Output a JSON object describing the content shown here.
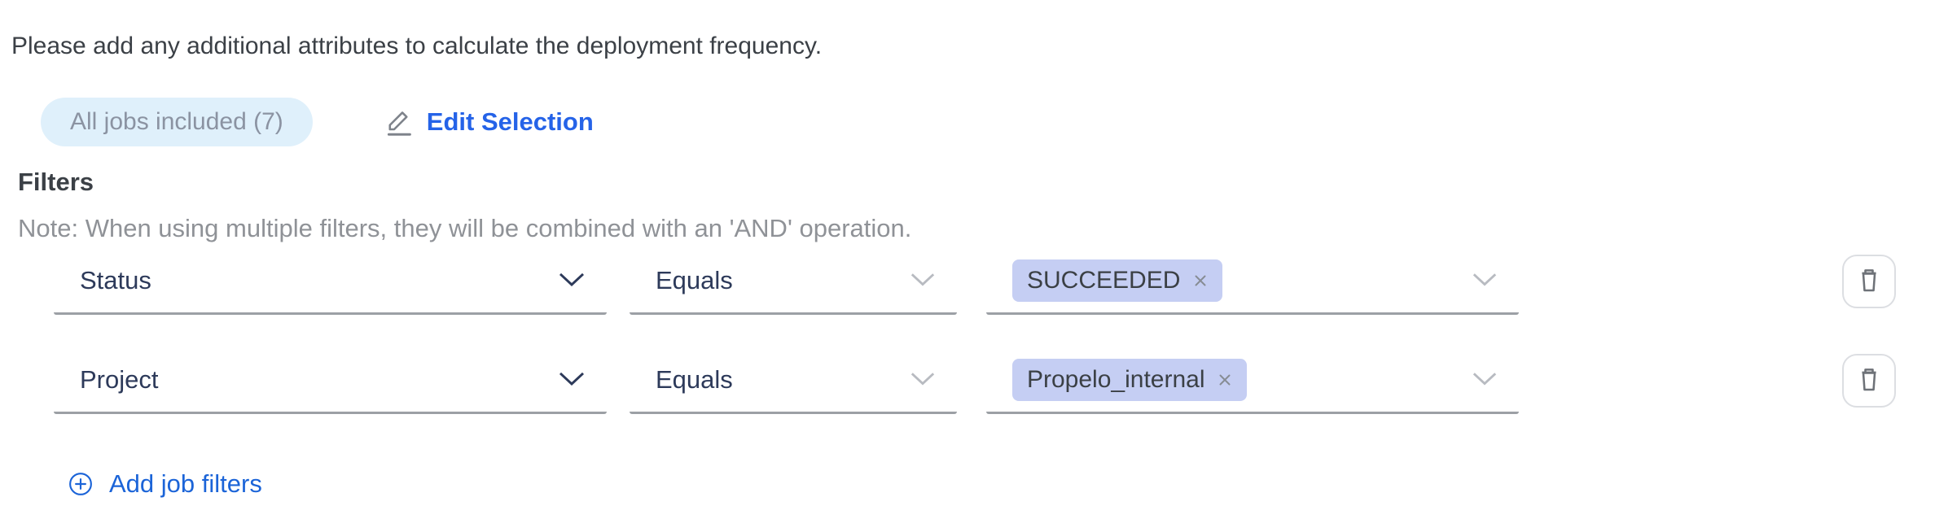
{
  "intro": "Please add any additional attributes to calculate the deployment frequency.",
  "jobs": {
    "badge_label": "All jobs included (7)",
    "edit_label": "Edit Selection"
  },
  "filters": {
    "title": "Filters",
    "note": "Note: When using multiple filters, they will be combined with an 'AND' operation.",
    "rows": [
      {
        "attribute": "Status",
        "operator": "Equals",
        "value": "SUCCEEDED"
      },
      {
        "attribute": "Project",
        "operator": "Equals",
        "value": "Propelo_internal"
      }
    ],
    "add_label": "Add job filters"
  },
  "icons": {
    "edit": "pencil-icon",
    "delete": "trash-icon",
    "add": "plus-circle-icon",
    "dropdown": "chevron-down-icon",
    "remove_value": "close-icon"
  },
  "colors": {
    "link_blue": "#2563e8",
    "add_blue": "#1b64d8",
    "badge_bg": "#dff0fb",
    "badge_text": "#8b93a2",
    "tag_bg": "#c5cef3",
    "field_text_navy": "#2d3a5a",
    "underline_gray": "#9ca0a5",
    "note_gray": "#8f9297",
    "heading_dark": "#3b4046",
    "icon_gray": "#6e7278"
  }
}
